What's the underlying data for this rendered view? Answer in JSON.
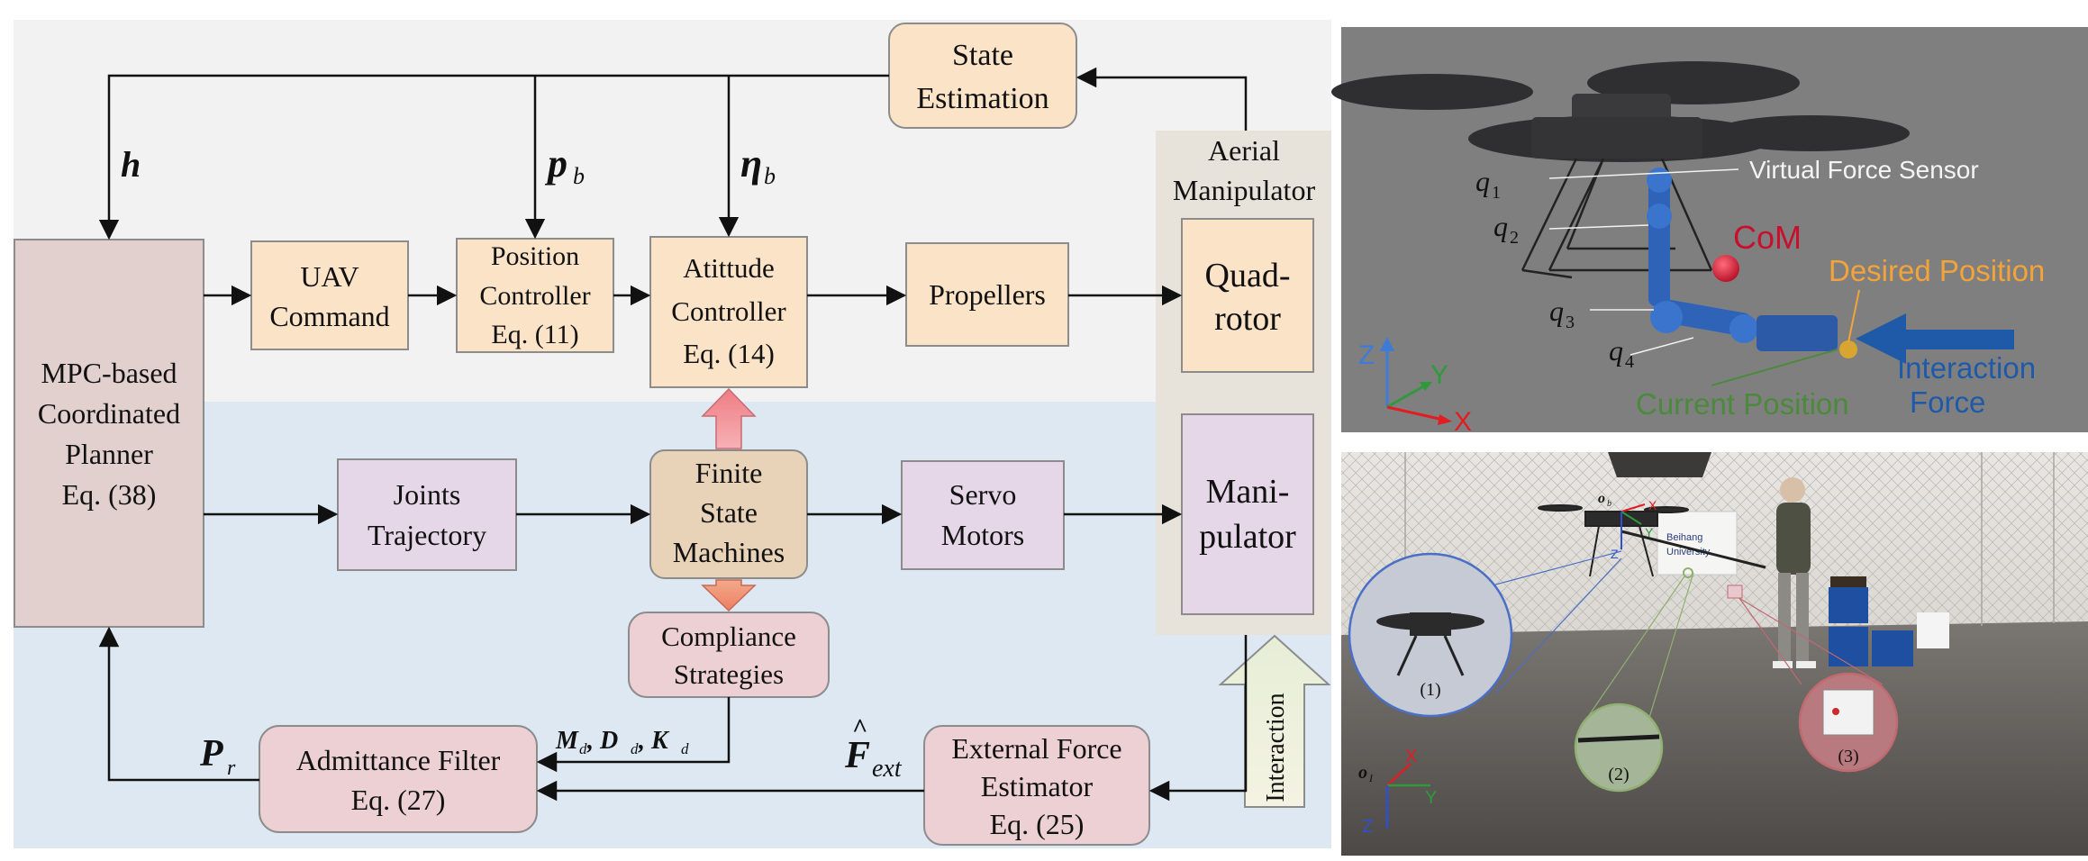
{
  "diagram": {
    "state_estimation": [
      "State",
      "Estimation"
    ],
    "aerial_manipulator_title": [
      "Aerial",
      "Manipulator"
    ],
    "quadrotor": [
      "Quad-",
      "rotor"
    ],
    "manipulator": [
      "Mani-",
      "pulator"
    ],
    "mpc_planner": [
      "MPC-based",
      "Coordinated",
      "Planner",
      "Eq. (38)"
    ],
    "uav_command": [
      "UAV",
      "Command"
    ],
    "position_controller": [
      "Position",
      "Controller",
      "Eq. (11)"
    ],
    "attitude_controller": [
      "Atittude",
      "Controller",
      "Eq. (14)"
    ],
    "propellers": "Propellers",
    "joints_trajectory": [
      "Joints",
      "Trajectory"
    ],
    "finite_state_machines": [
      "Finite",
      "State",
      "Machines"
    ],
    "servo_motors": [
      "Servo",
      "Motors"
    ],
    "compliance_strategies": [
      "Compliance",
      "Strategies"
    ],
    "admittance_filter": [
      "Admittance Filter",
      "Eq. (27)"
    ],
    "external_force_estimator": [
      "External Force",
      "Estimator",
      "Eq. (25)"
    ],
    "interaction": "Interaction",
    "signal_h": "h",
    "signal_pb": "p",
    "signal_pb_sub": "b",
    "signal_eta": "η",
    "signal_eta_sub": "b",
    "signal_pr": "P",
    "signal_pr_sub": "r",
    "signal_mdk": [
      "M",
      "d",
      ", D",
      "d",
      ", K",
      "d"
    ],
    "signal_fext": "F",
    "signal_fext_sub": "ext",
    "signal_fext_hat": "^"
  },
  "sim_panel": {
    "q1": "q",
    "q1_sub": "1",
    "q2": "q",
    "q2_sub": "2",
    "q3": "q",
    "q3_sub": "3",
    "q4": "q",
    "q4_sub": "4",
    "virtual_force_sensor": "Virtual Force Sensor",
    "com": "CoM",
    "desired_position": "Desired Position",
    "current_position": "Current Position",
    "interaction_force": [
      "Interaction",
      "Force"
    ],
    "axis_z": "Z",
    "axis_y": "Y",
    "axis_x": "X"
  },
  "photo_panel": {
    "label_1": "(1)",
    "label_2": "(2)",
    "label_3": "(3)",
    "body_frame": "o",
    "body_frame_sub": "b",
    "world_frame": "o",
    "world_frame_sub": "I",
    "axis_x": "X",
    "axis_y": "Y",
    "axis_z": "Z",
    "banner": [
      "Beihang",
      "University"
    ]
  },
  "colors": {
    "top_bg": "#f2f2f2",
    "bottom_bg": "#dde8f3",
    "orange_box": "#fbe3c8",
    "pink_box": "#ecd0d3",
    "lavender_box": "#e5d7e8",
    "tan_box": "#e8d3b8",
    "mpc_box": "#e2d0ce",
    "aerial_bg": "#e7e3da",
    "sim_bg": "#7f7f80",
    "blue_arm": "#2e63b8",
    "com_red": "#c8102e",
    "desired_orange": "#f2a33a",
    "current_green": "#4a8a3a",
    "force_blue": "#1f5aa8"
  }
}
